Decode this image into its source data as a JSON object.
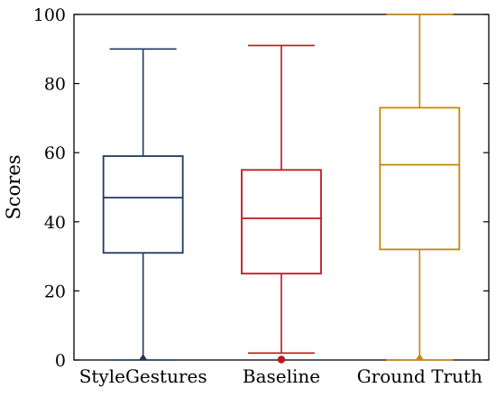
{
  "chart_data": {
    "type": "box",
    "ylabel": "Scores",
    "ylim": [
      0,
      100
    ],
    "yticks": [
      "0",
      "20",
      "40",
      "60",
      "80",
      "100"
    ],
    "yticks_values": [
      0,
      20,
      40,
      60,
      80,
      100
    ],
    "grid": false,
    "categories": [
      "StyleGestures",
      "Baseline",
      "Ground Truth"
    ],
    "boxes": [
      {
        "min": 0,
        "q1": 31,
        "median": 47,
        "q3": 59,
        "max": 90,
        "outliers": [
          0
        ],
        "outlier_marker": "triangle",
        "color": "#1f3a5f"
      },
      {
        "min": 2,
        "q1": 25,
        "median": 41,
        "q3": 55,
        "max": 91,
        "outliers": [
          0
        ],
        "outlier_marker": "circle",
        "color": "#c0171c"
      },
      {
        "min": 0,
        "q1": 32,
        "median": 56.5,
        "q3": 73,
        "max": 100,
        "outliers": [
          0
        ],
        "outlier_marker": "triangle",
        "color": "#c8860a"
      }
    ]
  }
}
